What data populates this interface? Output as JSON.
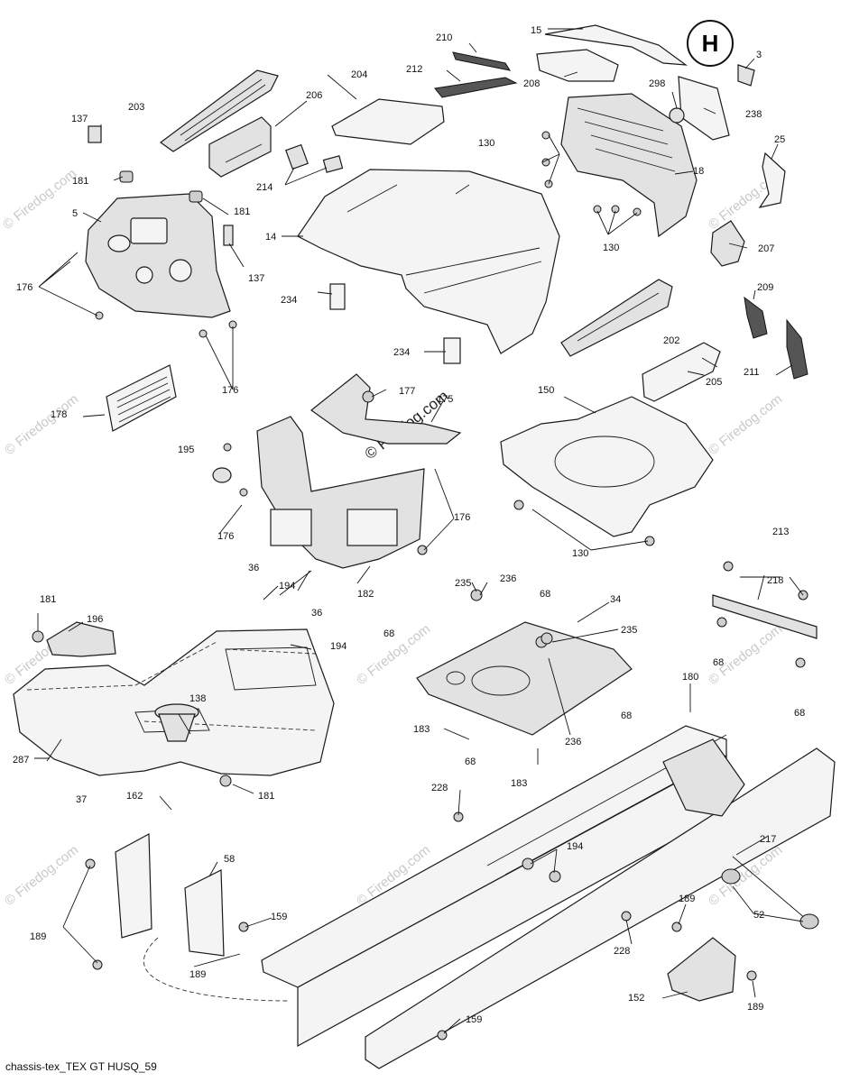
{
  "watermark": "© Firedog.com",
  "footer": "chassis-tex_TEX GT HUSQ_59",
  "logo_letter": "H",
  "callouts": {
    "c3": "3",
    "c5": "5",
    "c14": "14",
    "c15": "15",
    "c18": "18",
    "c25": "25",
    "c34": "34",
    "c36a": "36",
    "c36b": "36",
    "c37": "37",
    "c52": "52",
    "c58": "58",
    "c68a": "68",
    "c68b": "68",
    "c68c": "68",
    "c68d": "68",
    "c68e": "68",
    "c68f": "68",
    "c130a": "130",
    "c130b": "130",
    "c130c": "130",
    "c137a": "137",
    "c137b": "137",
    "c138": "138",
    "c150": "150",
    "c152": "152",
    "c159a": "159",
    "c159b": "159",
    "c162": "162",
    "c175": "175",
    "c176a": "176",
    "c176b": "176",
    "c176c": "176",
    "c176d": "176",
    "c177": "177",
    "c178": "178",
    "c180": "180",
    "c181a": "181",
    "c181b": "181",
    "c181c": "181",
    "c181d": "181",
    "c182": "182",
    "c183a": "183",
    "c183b": "183",
    "c189a": "189",
    "c189b": "189",
    "c189c": "189",
    "c189d": "189",
    "c194a": "194",
    "c194b": "194",
    "c194c": "194",
    "c195": "195",
    "c196": "196",
    "c202": "202",
    "c203": "203",
    "c204": "204",
    "c205": "205",
    "c206": "206",
    "c207": "207",
    "c208": "208",
    "c209": "209",
    "c210": "210",
    "c211": "211",
    "c212": "212",
    "c213": "213",
    "c214": "214",
    "c217": "217",
    "c218": "218",
    "c228a": "228",
    "c228b": "228",
    "c234a": "234",
    "c234b": "234",
    "c235a": "235",
    "c235b": "235",
    "c236a": "236",
    "c236b": "236",
    "c238": "238",
    "c287": "287",
    "c298": "298"
  }
}
